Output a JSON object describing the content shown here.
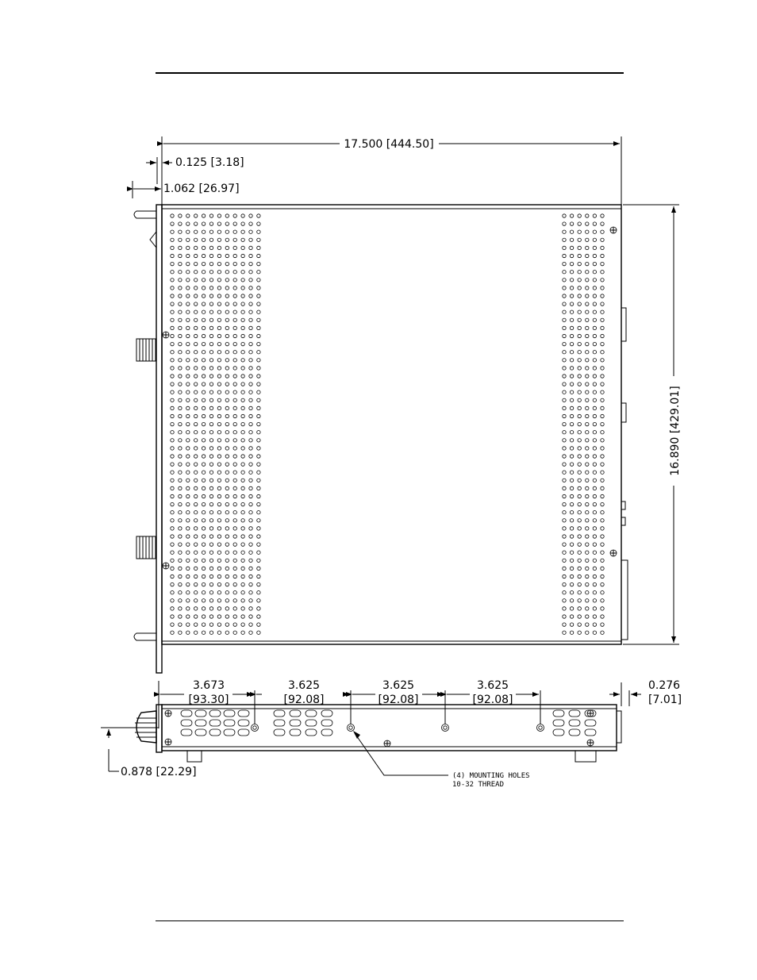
{
  "drawing": {
    "dimensions": {
      "overall_width": "17.500 [444.50]",
      "panel_thickness": "0.125 [3.18]",
      "handle_depth": "1.062 [26.97]",
      "overall_depth": "16.890 [429.01]",
      "handle_height": "0.878 [22.29]",
      "spacing": [
        {
          "in": "3.673",
          "mm": "[93.30]"
        },
        {
          "in": "3.625",
          "mm": "[92.08]"
        },
        {
          "in": "3.625",
          "mm": "[92.08]"
        },
        {
          "in": "3.625",
          "mm": "[92.08]"
        },
        {
          "in": "0.276",
          "mm": "[7.01]"
        }
      ]
    },
    "note": {
      "line1": "(4) MOUNTING HOLES",
      "line2": "10-32 THREAD"
    }
  }
}
